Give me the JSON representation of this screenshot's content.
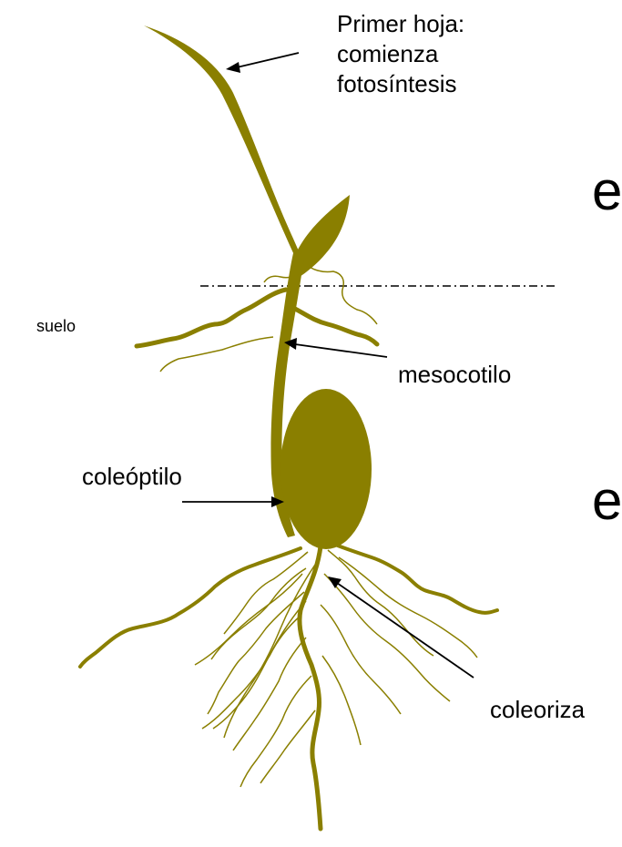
{
  "colors": {
    "plant": "#8a7f00",
    "ink": "#000000",
    "background": "#ffffff"
  },
  "labels": {
    "primer_hoja": [
      "Primer hoja:",
      "comienza",
      "fotosíntesis"
    ],
    "suelo": "suelo",
    "mesocotilo": "mesocotilo",
    "coleoptilo": "coleóptilo",
    "coleoriza": "coleoriza"
  },
  "edge_glyphs": [
    "e",
    "e"
  ]
}
